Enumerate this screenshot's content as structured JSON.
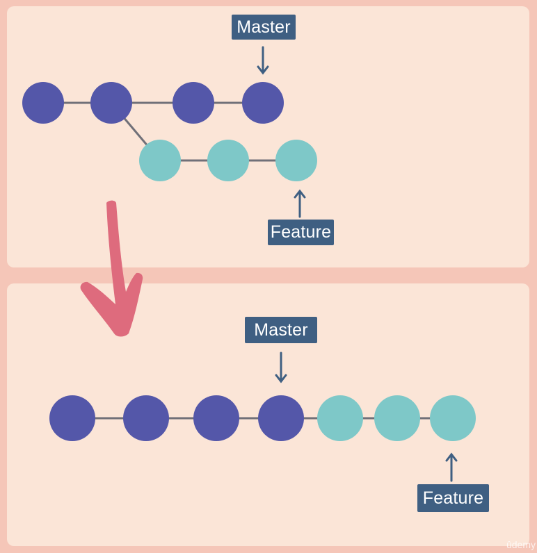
{
  "before": {
    "master_label": "Master",
    "feature_label": "Feature",
    "master_commits": 4,
    "feature_commits": 3
  },
  "after": {
    "master_label": "Master",
    "feature_label": "Feature",
    "master_commits": 4,
    "feature_commits": 3
  },
  "colors": {
    "background": "#f5c6b8",
    "panel": "#fbe5d7",
    "master_commit": "#5457a9",
    "feature_commit": "#7ec8c8",
    "connector": "#707078",
    "label_bg": "#3f5f82",
    "label_text": "#ffffff",
    "pointer_arrow": "#3f5f82",
    "transition_arrow": "#de6b7d"
  },
  "watermark": "ûdemy"
}
